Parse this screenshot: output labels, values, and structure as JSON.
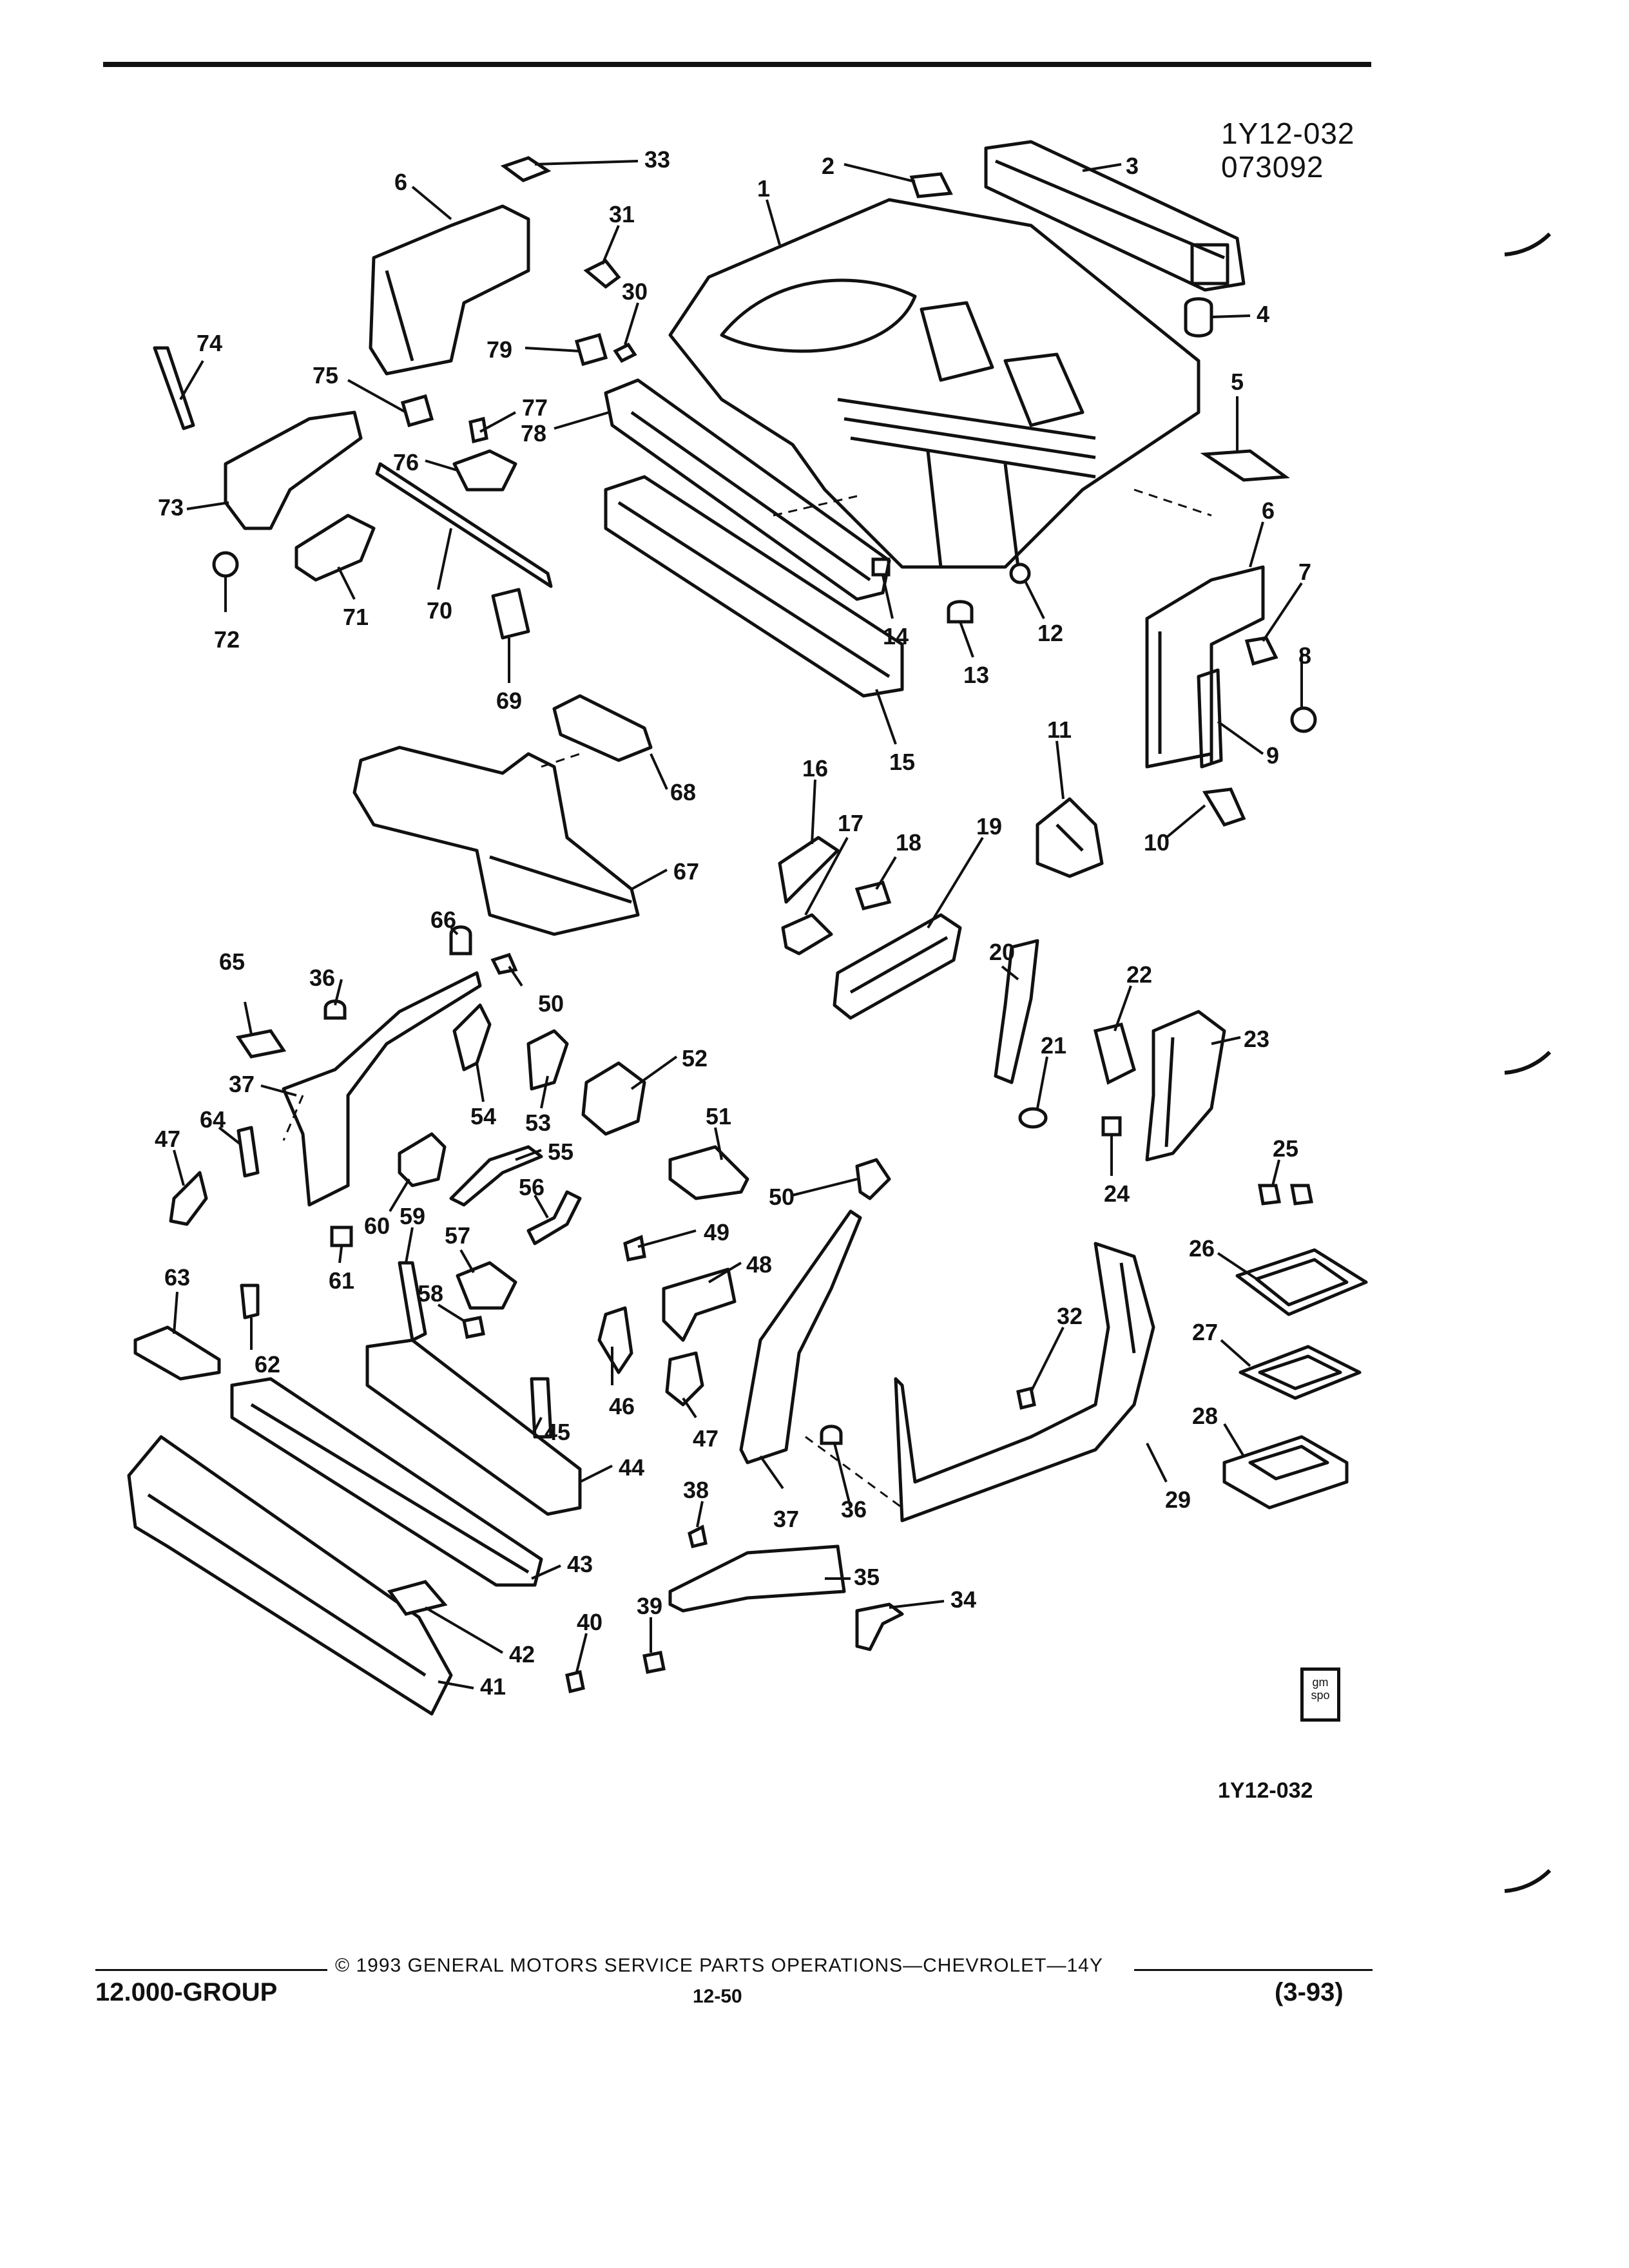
{
  "header": {
    "code": "1Y12-032",
    "date_code": "073092"
  },
  "diagram": {
    "callouts": [
      "1",
      "2",
      "3",
      "4",
      "5",
      "6",
      "6",
      "7",
      "8",
      "9",
      "10",
      "11",
      "12",
      "13",
      "14",
      "15",
      "16",
      "17",
      "18",
      "19",
      "20",
      "21",
      "22",
      "23",
      "24",
      "25",
      "26",
      "27",
      "28",
      "29",
      "30",
      "31",
      "32",
      "33",
      "34",
      "35",
      "36",
      "36",
      "37",
      "37",
      "38",
      "39",
      "40",
      "41",
      "42",
      "43",
      "44",
      "45",
      "46",
      "47",
      "47",
      "48",
      "49",
      "50",
      "50",
      "51",
      "52",
      "53",
      "54",
      "55",
      "56",
      "57",
      "58",
      "59",
      "60",
      "61",
      "62",
      "63",
      "64",
      "65",
      "66",
      "67",
      "68",
      "69",
      "70",
      "71",
      "72",
      "73",
      "74",
      "75",
      "76",
      "77",
      "78",
      "79"
    ]
  },
  "logo": {
    "text_top": "gm",
    "text_bottom": "spo"
  },
  "bottom_code": "1Y12-032",
  "footer": {
    "copyright": "© 1993 GENERAL MOTORS SERVICE PARTS OPERATIONS—CHEVROLET—14Y",
    "group": "12.000-GROUP",
    "page": "12-50",
    "revision": "(3-93)"
  }
}
